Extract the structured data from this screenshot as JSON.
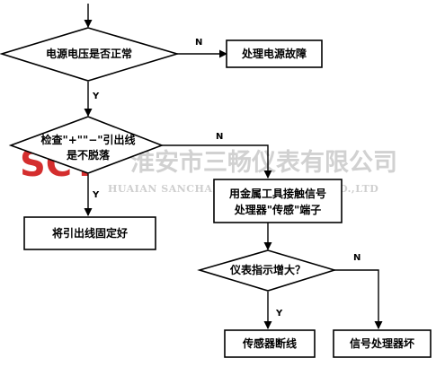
{
  "decisions": {
    "power": "电源电压是否正常",
    "lead_line1": "检查\"+\"\"−\"引出线",
    "lead_line2": "是不脱落",
    "meter": "仪表指示增大？"
  },
  "boxes": {
    "power_fault": "处理电源故障",
    "fix_lead": "将引出线固定好",
    "touch_line1": "用金属工具接触信号",
    "touch_line2": "处理器\"传感\"端子",
    "sensor_broken": "传感器断线",
    "processor_bad": "信号处理器坏"
  },
  "branch_labels": {
    "yes": "Y",
    "no": "N"
  },
  "watermark": {
    "logo": "SCY",
    "company_cn": "淮安市三畅仪表有限公司",
    "company_en": "HUAIAN SANCHANG INSTRUMENTS CO.,LTD"
  },
  "colors": {
    "logo_red": "#d01818",
    "watermark_gray": "#c9c9c9"
  }
}
